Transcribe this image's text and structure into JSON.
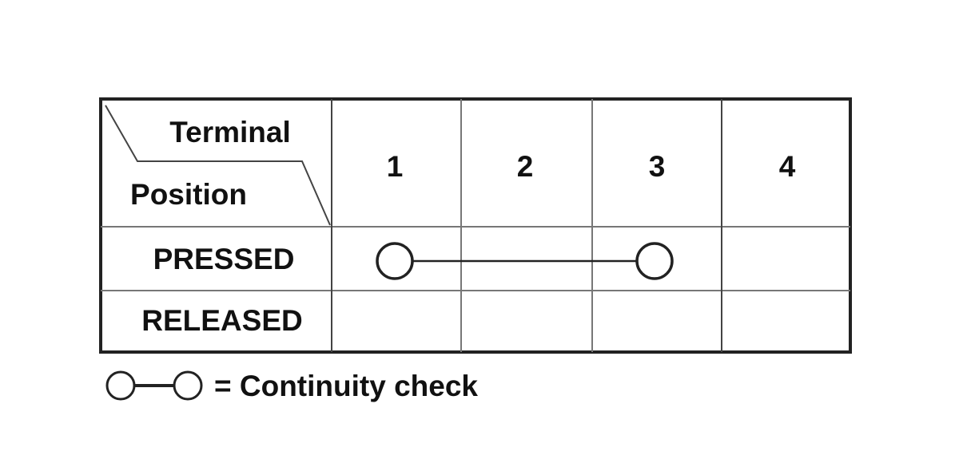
{
  "table": {
    "corner_header": {
      "top_label": "Terminal",
      "bottom_label": "Position"
    },
    "terminals": [
      "1",
      "2",
      "3",
      "4"
    ],
    "positions": [
      {
        "label": "PRESSED",
        "continuity": [
          [
            "1",
            "3"
          ]
        ]
      },
      {
        "label": "RELEASED",
        "continuity": []
      }
    ]
  },
  "legend": {
    "text": "= Continuity check"
  },
  "colors": {
    "line": "#222222",
    "grid": "#777777",
    "text": "#111111"
  }
}
